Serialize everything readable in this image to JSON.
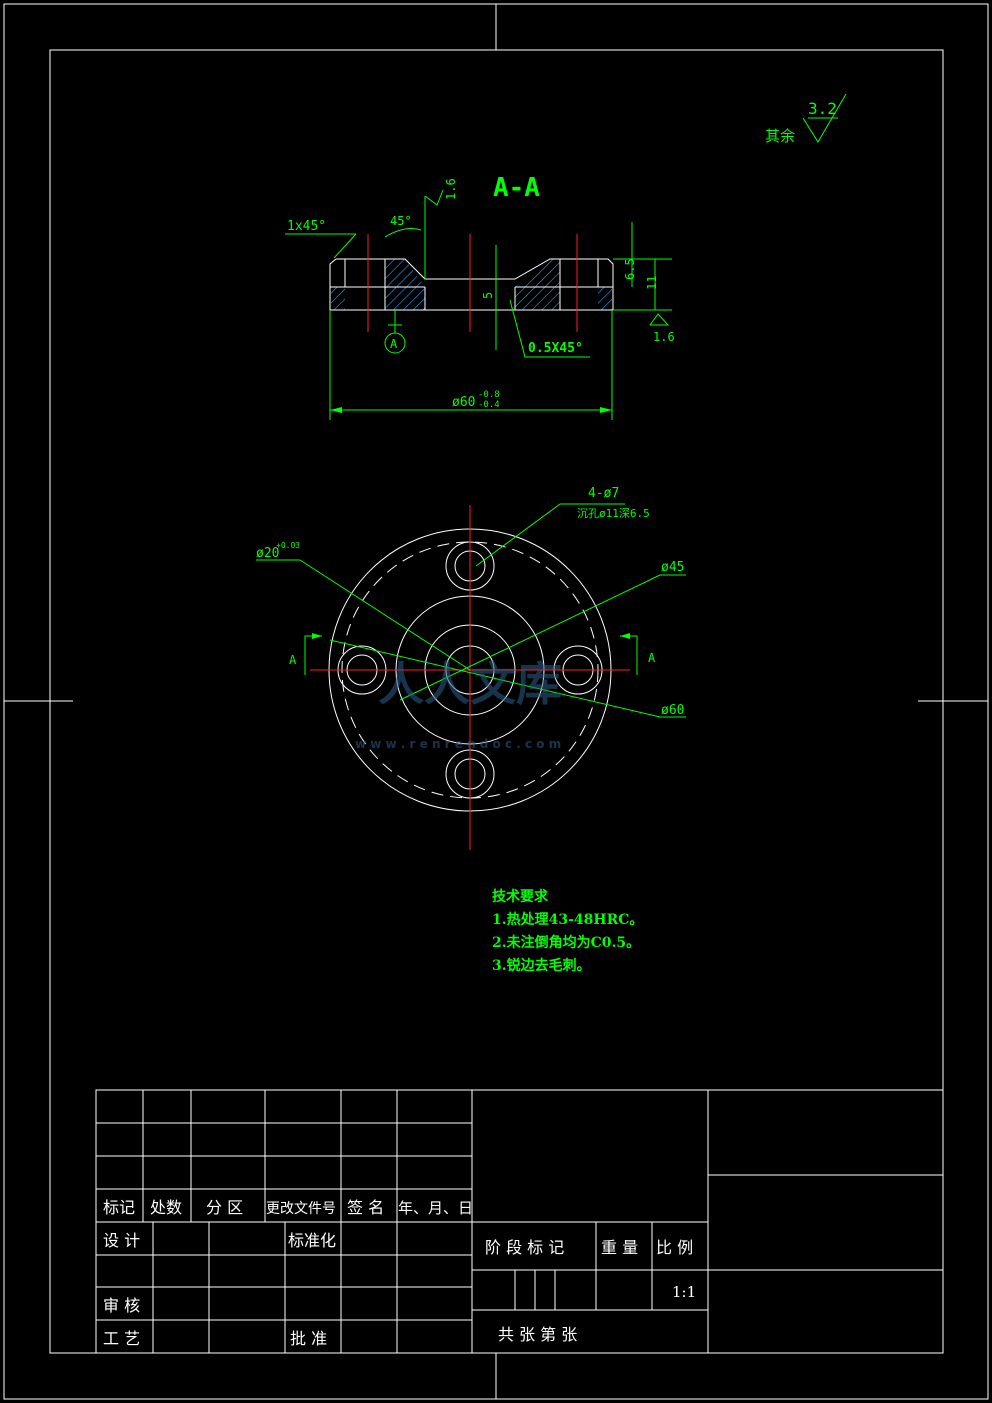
{
  "roughness": {
    "prefix": "其余",
    "value": "3.2"
  },
  "section": {
    "title": "A-A",
    "chamfer_left": "1x45°",
    "angle": "45°",
    "roughness_top": "1.6",
    "roughness_bottom": "1.6",
    "dim_depth": "6.5",
    "dim_height": "11",
    "dim_inner": "5",
    "chamfer_inner": "0.5X45°",
    "datum": "A",
    "dim_dia_main": "ø60",
    "dim_dia_tol_upper": "-0.8",
    "dim_dia_tol_lower": "-0.4"
  },
  "plan": {
    "holes_label": "4-ø7",
    "counterbore_label": "沉孔ø11深6.5",
    "dia_20": "ø20",
    "dia_20_tol": "+0.03",
    "dia_45": "ø45",
    "dia_60": "ø60",
    "section_mark_left": "A",
    "section_mark_right": "A"
  },
  "watermark": {
    "text": "人人文库",
    "url": "w w w . r e n r e n d o c . c o m"
  },
  "tech_requirements": {
    "heading": "技术要求",
    "items": [
      "1.热处理43-48HRC。",
      "2.未注倒角均为C0.5。",
      "3.锐边去毛刺。"
    ]
  },
  "title_block": {
    "rev_headers": [
      "标记",
      "处数",
      "分 区",
      "更改文件号",
      "签 名",
      "年、月、日"
    ],
    "design": "设 计",
    "standardize": "标准化",
    "review": "审 核",
    "process": "工 艺",
    "approve": "批 准",
    "stage_mark": "阶 段 标 记",
    "weight": "重 量",
    "scale_label": "比 例",
    "scale_value": "1:1",
    "sheets": "共 张 第 张"
  }
}
